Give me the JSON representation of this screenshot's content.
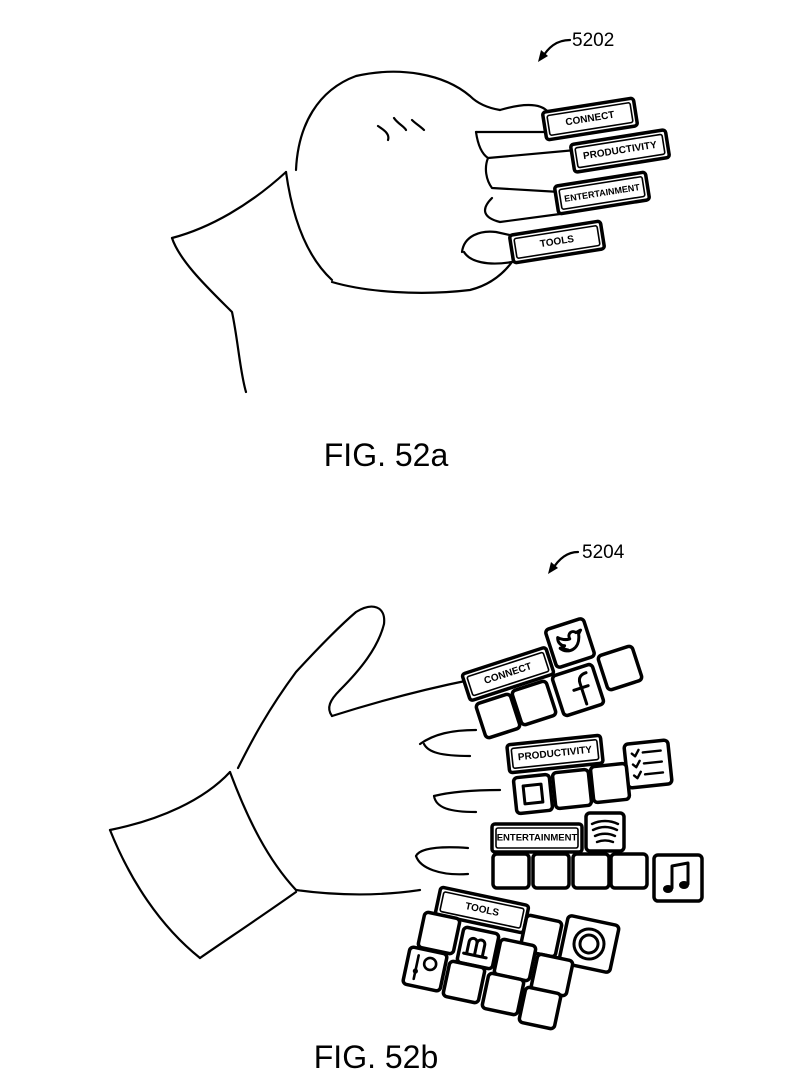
{
  "figure_a": {
    "caption": "FIG. 52a",
    "reference": "5202",
    "labels": [
      "CONNECT",
      "PRODUCTIVITY",
      "ENTERTAINMENT",
      "TOOLS"
    ]
  },
  "figure_b": {
    "caption": "FIG. 52b",
    "reference": "5204",
    "labels": [
      "CONNECT",
      "PRODUCTIVITY",
      "ENTERTAINMENT",
      "TOOLS"
    ],
    "icons": [
      "twitter-bird-icon",
      "facebook-f-icon",
      "checklist-icon",
      "square-outline-icon",
      "spotify-icon",
      "music-note-icon",
      "target-icon",
      "app-m-icon",
      "tools-glyph-icon"
    ]
  }
}
